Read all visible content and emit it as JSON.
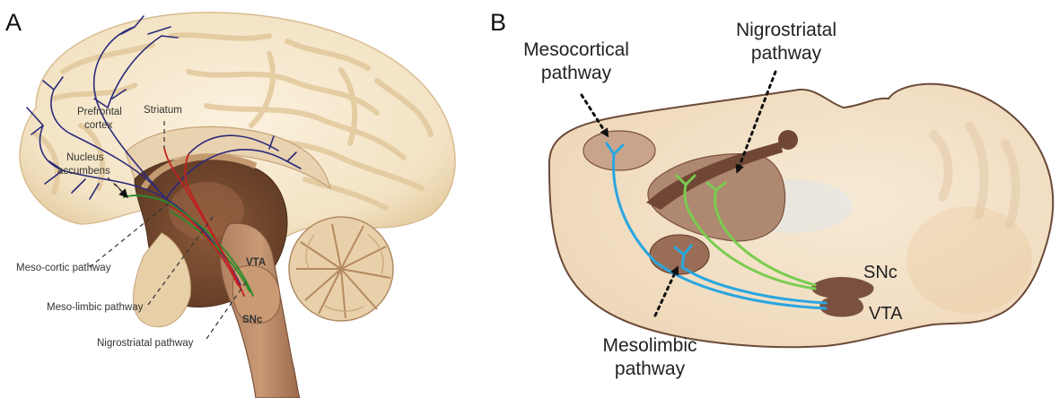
{
  "panel_a": {
    "letter": "A",
    "labels": {
      "prefrontal_line1": "Prefrontal",
      "prefrontal_line2": "cortex",
      "striatum": "Striatum",
      "nucleus_line1": "Nucleus",
      "nucleus_line2": "accumbens",
      "mesocortic": "Meso-cortic pathway",
      "mesolimbic": "Meso-limbic pathway",
      "nigrostriatal": "Nigrostriatal pathway",
      "vta": "VTA",
      "snc": "SNc"
    }
  },
  "panel_b": {
    "letter": "B",
    "labels": {
      "mesocortical_line1": "Mesocortical",
      "mesocortical_line2": "pathway",
      "nigrostriatal_line1": "Nigrostriatal",
      "nigrostriatal_line2": "pathway",
      "mesolimbic_line1": "Mesolimbic",
      "mesolimbic_line2": "pathway",
      "snc": "SNc",
      "vta": "VTA"
    }
  },
  "colors": {
    "mesocortical_fiber": "#2a2a7a",
    "mesolimbic_fiber": "#2a8a2a",
    "nigrostriatal_fiber": "#c02020",
    "panel_b_blue": "#2aa6e0",
    "panel_b_green": "#7acc50",
    "nucleus_brown": "#7a5040"
  }
}
